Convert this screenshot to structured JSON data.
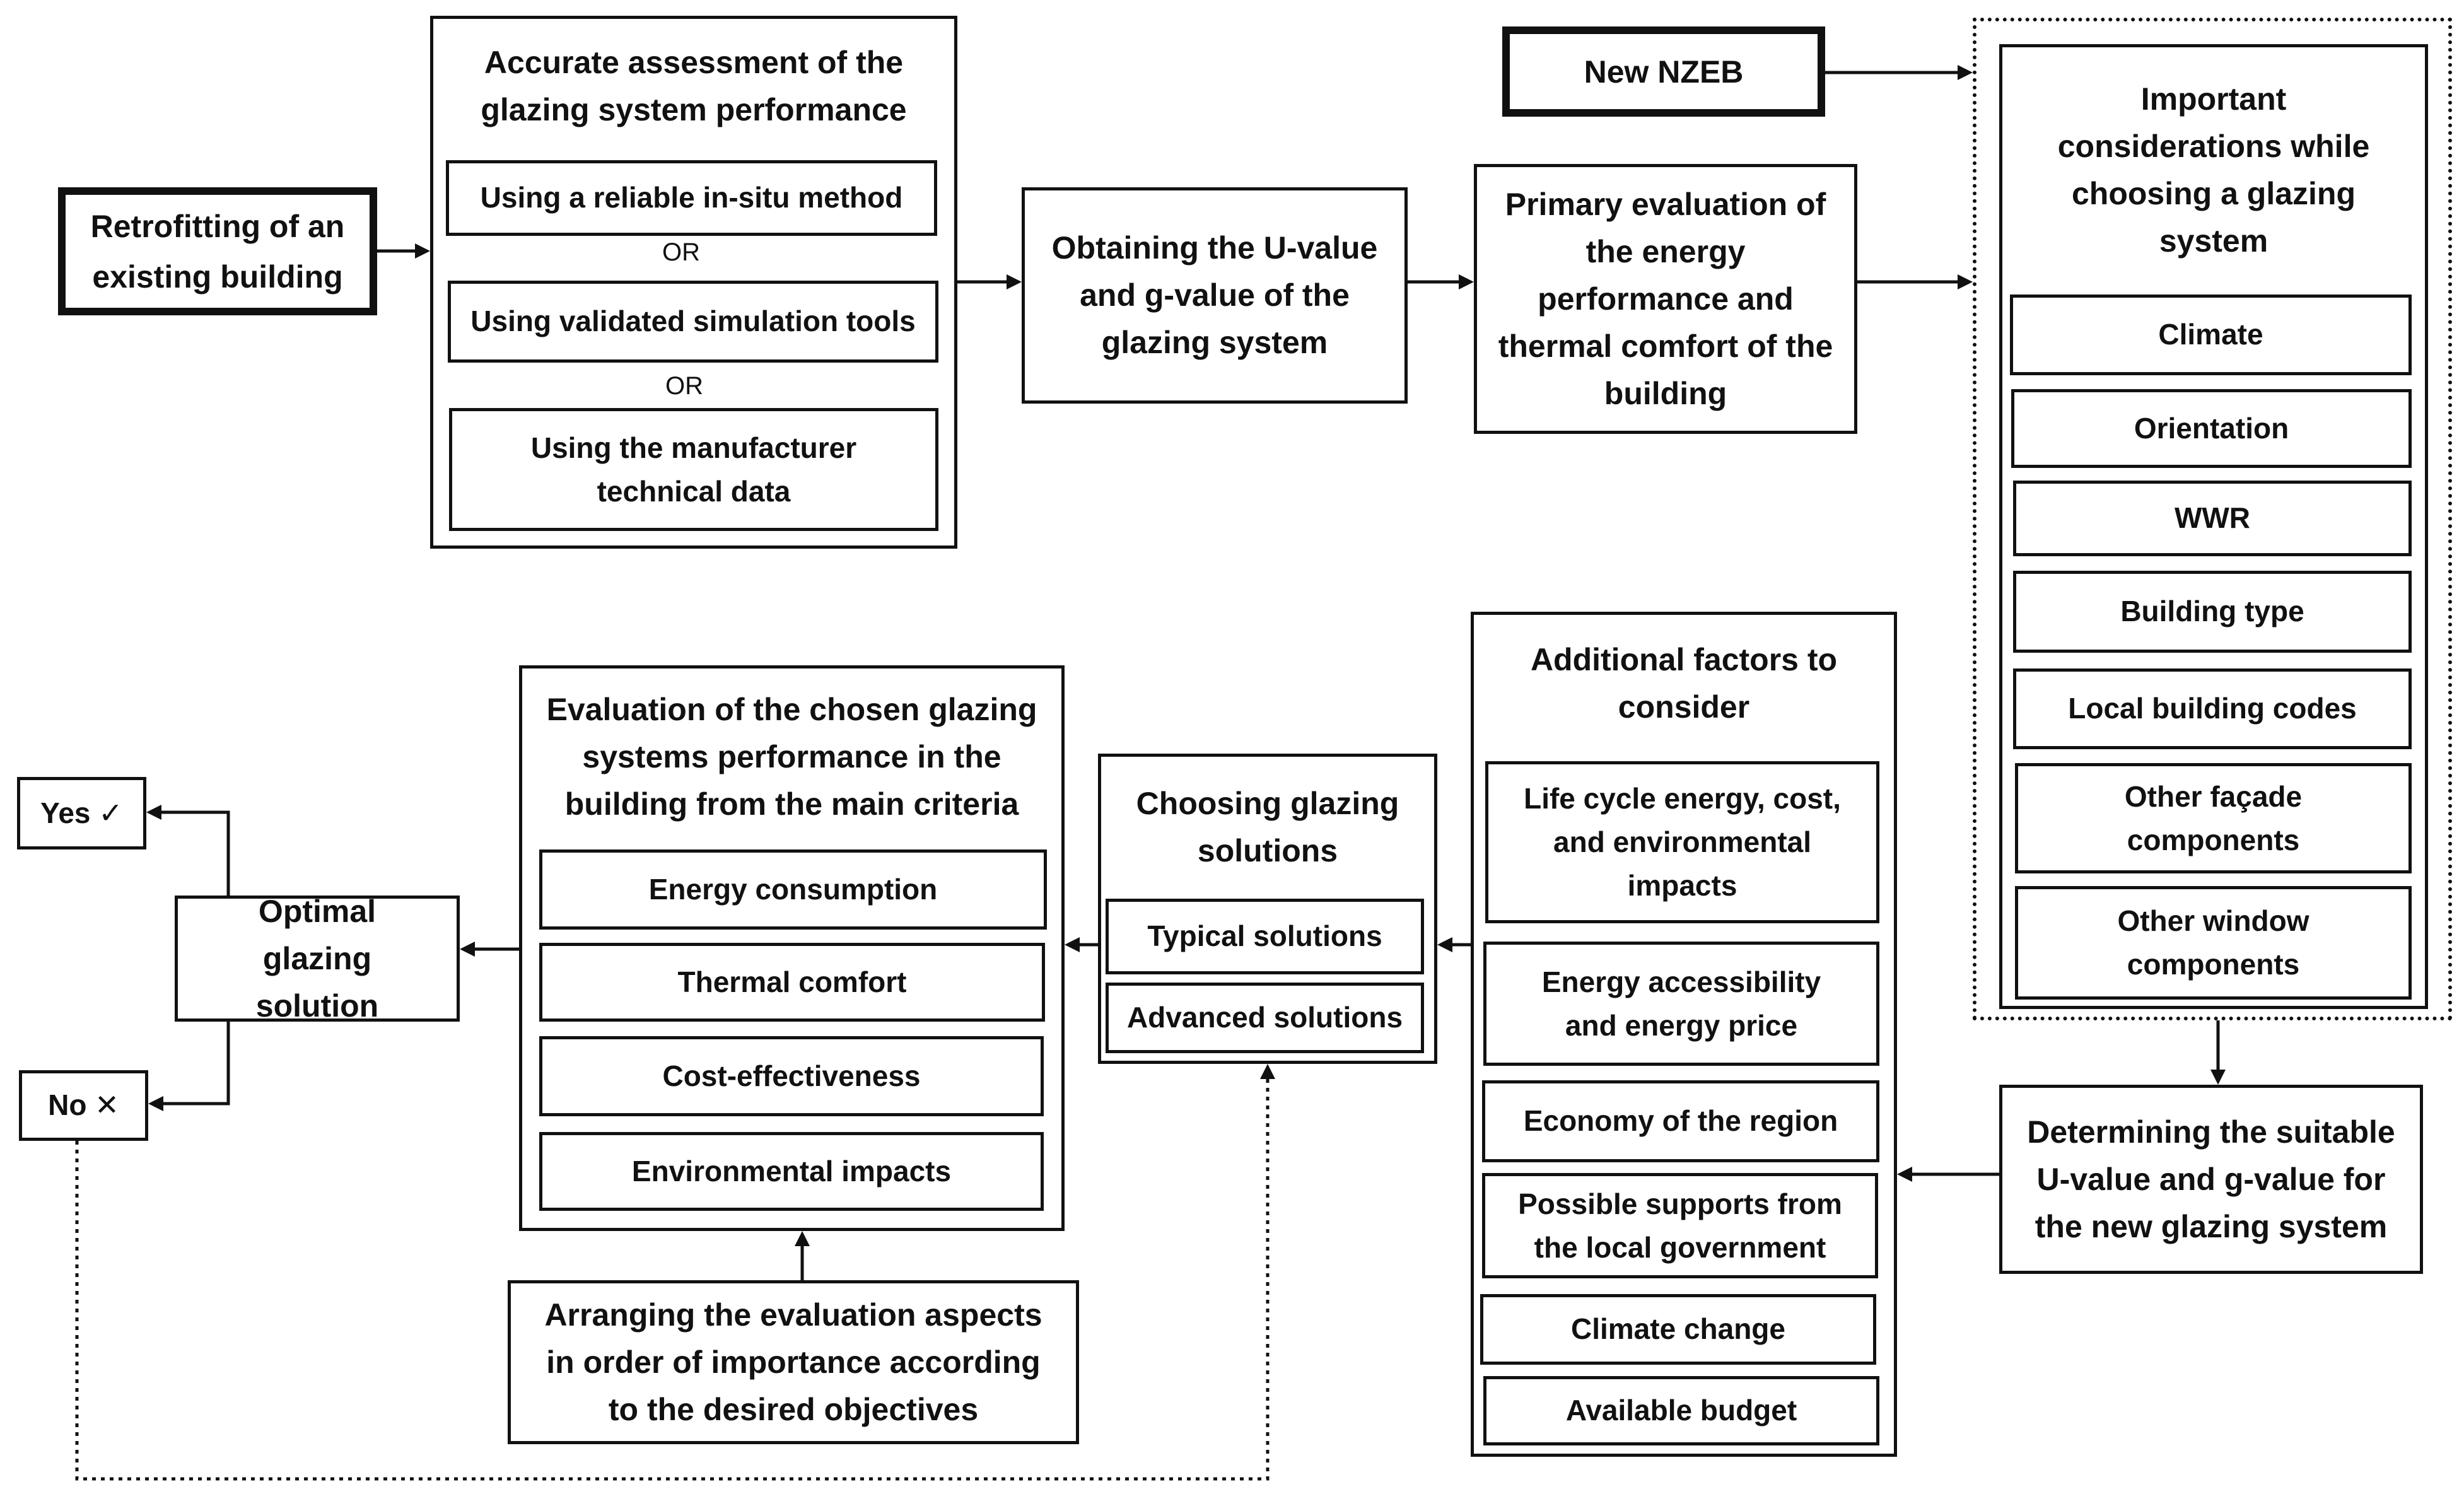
{
  "retrofit": "Retrofitting of an existing building",
  "new_nzeb": "New NZEB",
  "assessment": {
    "title": "Accurate assessment of the glazing system performance",
    "methods": [
      "Using a reliable in-situ method",
      "Using validated simulation tools",
      "Using the manufacturer technical data"
    ],
    "or_label": "OR"
  },
  "obtaining": "Obtaining the U-value and g-value of the glazing system",
  "primary_eval": "Primary evaluation of the energy performance and thermal comfort of the building",
  "considerations": {
    "title": "Important considerations while choosing a glazing system",
    "items": [
      "Climate",
      "Orientation",
      "WWR",
      "Building type",
      "Local building codes",
      "Other façade components",
      "Other window components"
    ]
  },
  "determining": "Determining the suitable U-value and g-value for the new glazing system",
  "additional": {
    "title": "Additional factors to consider",
    "items": [
      "Life cycle energy, cost, and environmental impacts",
      "Energy accessibility and energy price",
      "Economy of the region",
      "Possible supports from the local government",
      "Climate change",
      "Available budget"
    ]
  },
  "choosing": {
    "title": "Choosing glazing solutions",
    "items": [
      "Typical solutions",
      "Advanced solutions"
    ]
  },
  "evaluation": {
    "title": "Evaluation of the chosen glazing systems performance in the building from the main criteria",
    "items": [
      "Energy consumption",
      "Thermal comfort",
      "Cost-effectiveness",
      "Environmental impacts"
    ]
  },
  "arranging": "Arranging the evaluation aspects in order of importance according to the desired objectives",
  "optimal": "Optimal glazing solution",
  "yes": "Yes ✓",
  "no": "No ✕"
}
